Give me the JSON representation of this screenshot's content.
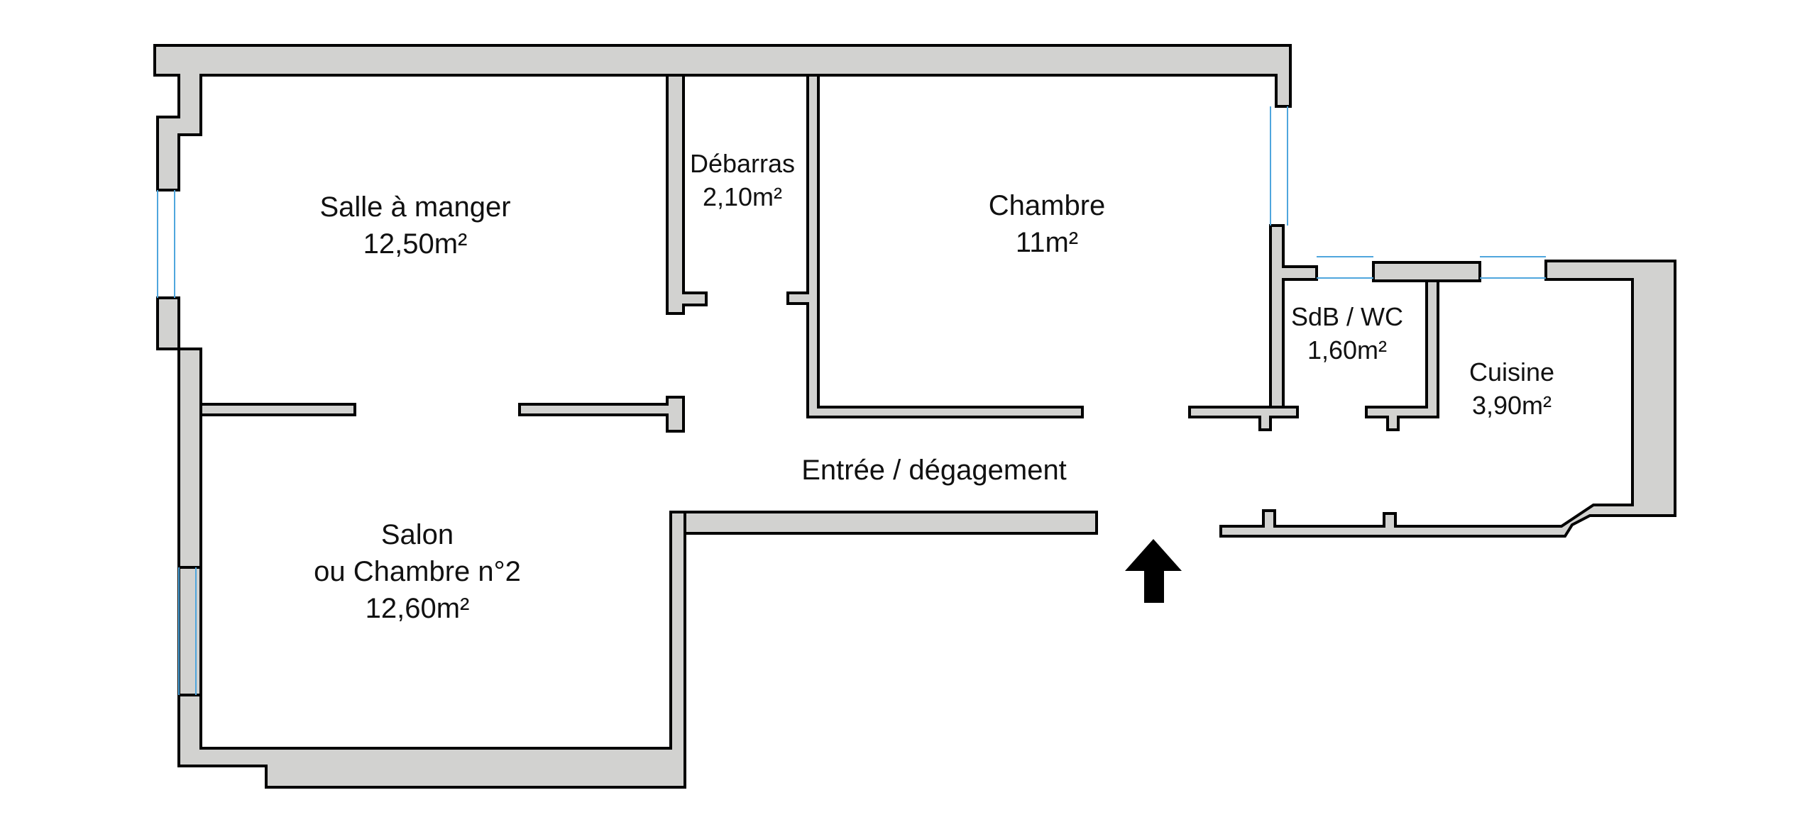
{
  "rooms": {
    "salle_a_manger": {
      "name": "Salle à manger",
      "area": "12,50m²"
    },
    "debarras": {
      "name": "Débarras",
      "area": "2,10m²"
    },
    "chambre": {
      "name": "Chambre",
      "area": "11m²"
    },
    "salon": {
      "name": "Salon",
      "name2": "ou Chambre n°2",
      "area": "12,60m²"
    },
    "entree": {
      "name": "Entrée / dégagement"
    },
    "sdb_wc": {
      "name": "SdB / WC",
      "area": "1,60m²"
    },
    "cuisine": {
      "name": "Cuisine",
      "area": "3,90m²"
    }
  },
  "colors": {
    "wall_fill": "#d2d2d0",
    "wall_stroke": "#000000",
    "window": "#4fa6dd",
    "arrow": "#000000"
  },
  "icons": {
    "entrance": "entrance-arrow-icon"
  }
}
